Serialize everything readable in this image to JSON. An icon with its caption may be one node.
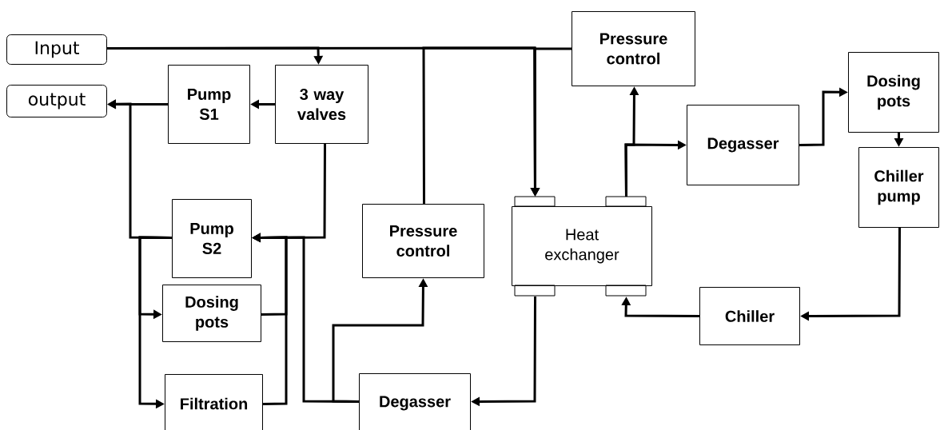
{
  "diagram": {
    "nodes": [
      {
        "text": [
          "Input"
        ]
      },
      {
        "text": [
          "output"
        ]
      },
      {
        "text": [
          "Pump S1"
        ]
      },
      {
        "text": [
          "3 way valves"
        ]
      },
      {
        "text": [
          "Pressure control"
        ]
      },
      {
        "text": [
          "Dosing pots"
        ]
      },
      {
        "text": [
          "Degasser"
        ]
      },
      {
        "text": [
          "Pump S2"
        ]
      },
      {
        "text": [
          "Pressure control"
        ]
      },
      {
        "text": [
          "Heat exchanger"
        ]
      },
      {
        "text": [
          "Chiller pump"
        ]
      },
      {
        "text": [
          "Dosing pots"
        ]
      },
      {
        "text": [
          "Chiller"
        ]
      },
      {
        "text": [
          "Filtration"
        ]
      },
      {
        "text": [
          "Degasser"
        ]
      }
    ],
    "edges": [
      {
        "from": 0,
        "to": 3,
        "arrow": "to"
      },
      {
        "from": 0,
        "to": 9,
        "arrow": "to"
      },
      {
        "from": 8,
        "to": 9,
        "arrow": "to"
      },
      {
        "from": 4,
        "to": 9,
        "arrow": "to"
      },
      {
        "from": 3,
        "to": 2,
        "arrow": "to"
      },
      {
        "from": 2,
        "to": 1,
        "arrow": "to"
      },
      {
        "from": 7,
        "to": 1,
        "arrow": "to"
      },
      {
        "from": 3,
        "to": 7,
        "arrow": "to"
      },
      {
        "from": 7,
        "to": 11,
        "arrow": "to"
      },
      {
        "from": 7,
        "to": 13,
        "arrow": "to"
      },
      {
        "from": 11,
        "to": 7,
        "arrow": "to"
      },
      {
        "from": 13,
        "to": 7,
        "arrow": "to"
      },
      {
        "from": 14,
        "to": 7,
        "arrow": "to"
      },
      {
        "from": 14,
        "to": 8,
        "arrow": "to"
      },
      {
        "from": 9,
        "to": 14,
        "arrow": "to"
      },
      {
        "from": 9,
        "to": 6,
        "arrow": "to"
      },
      {
        "from": 9,
        "to": 4,
        "arrow": "to"
      },
      {
        "from": 6,
        "to": 5,
        "arrow": "to"
      },
      {
        "from": 5,
        "to": 10,
        "arrow": "to"
      },
      {
        "from": 10,
        "to": 12,
        "arrow": "to"
      },
      {
        "from": 12,
        "to": 9,
        "arrow": "to"
      }
    ]
  }
}
